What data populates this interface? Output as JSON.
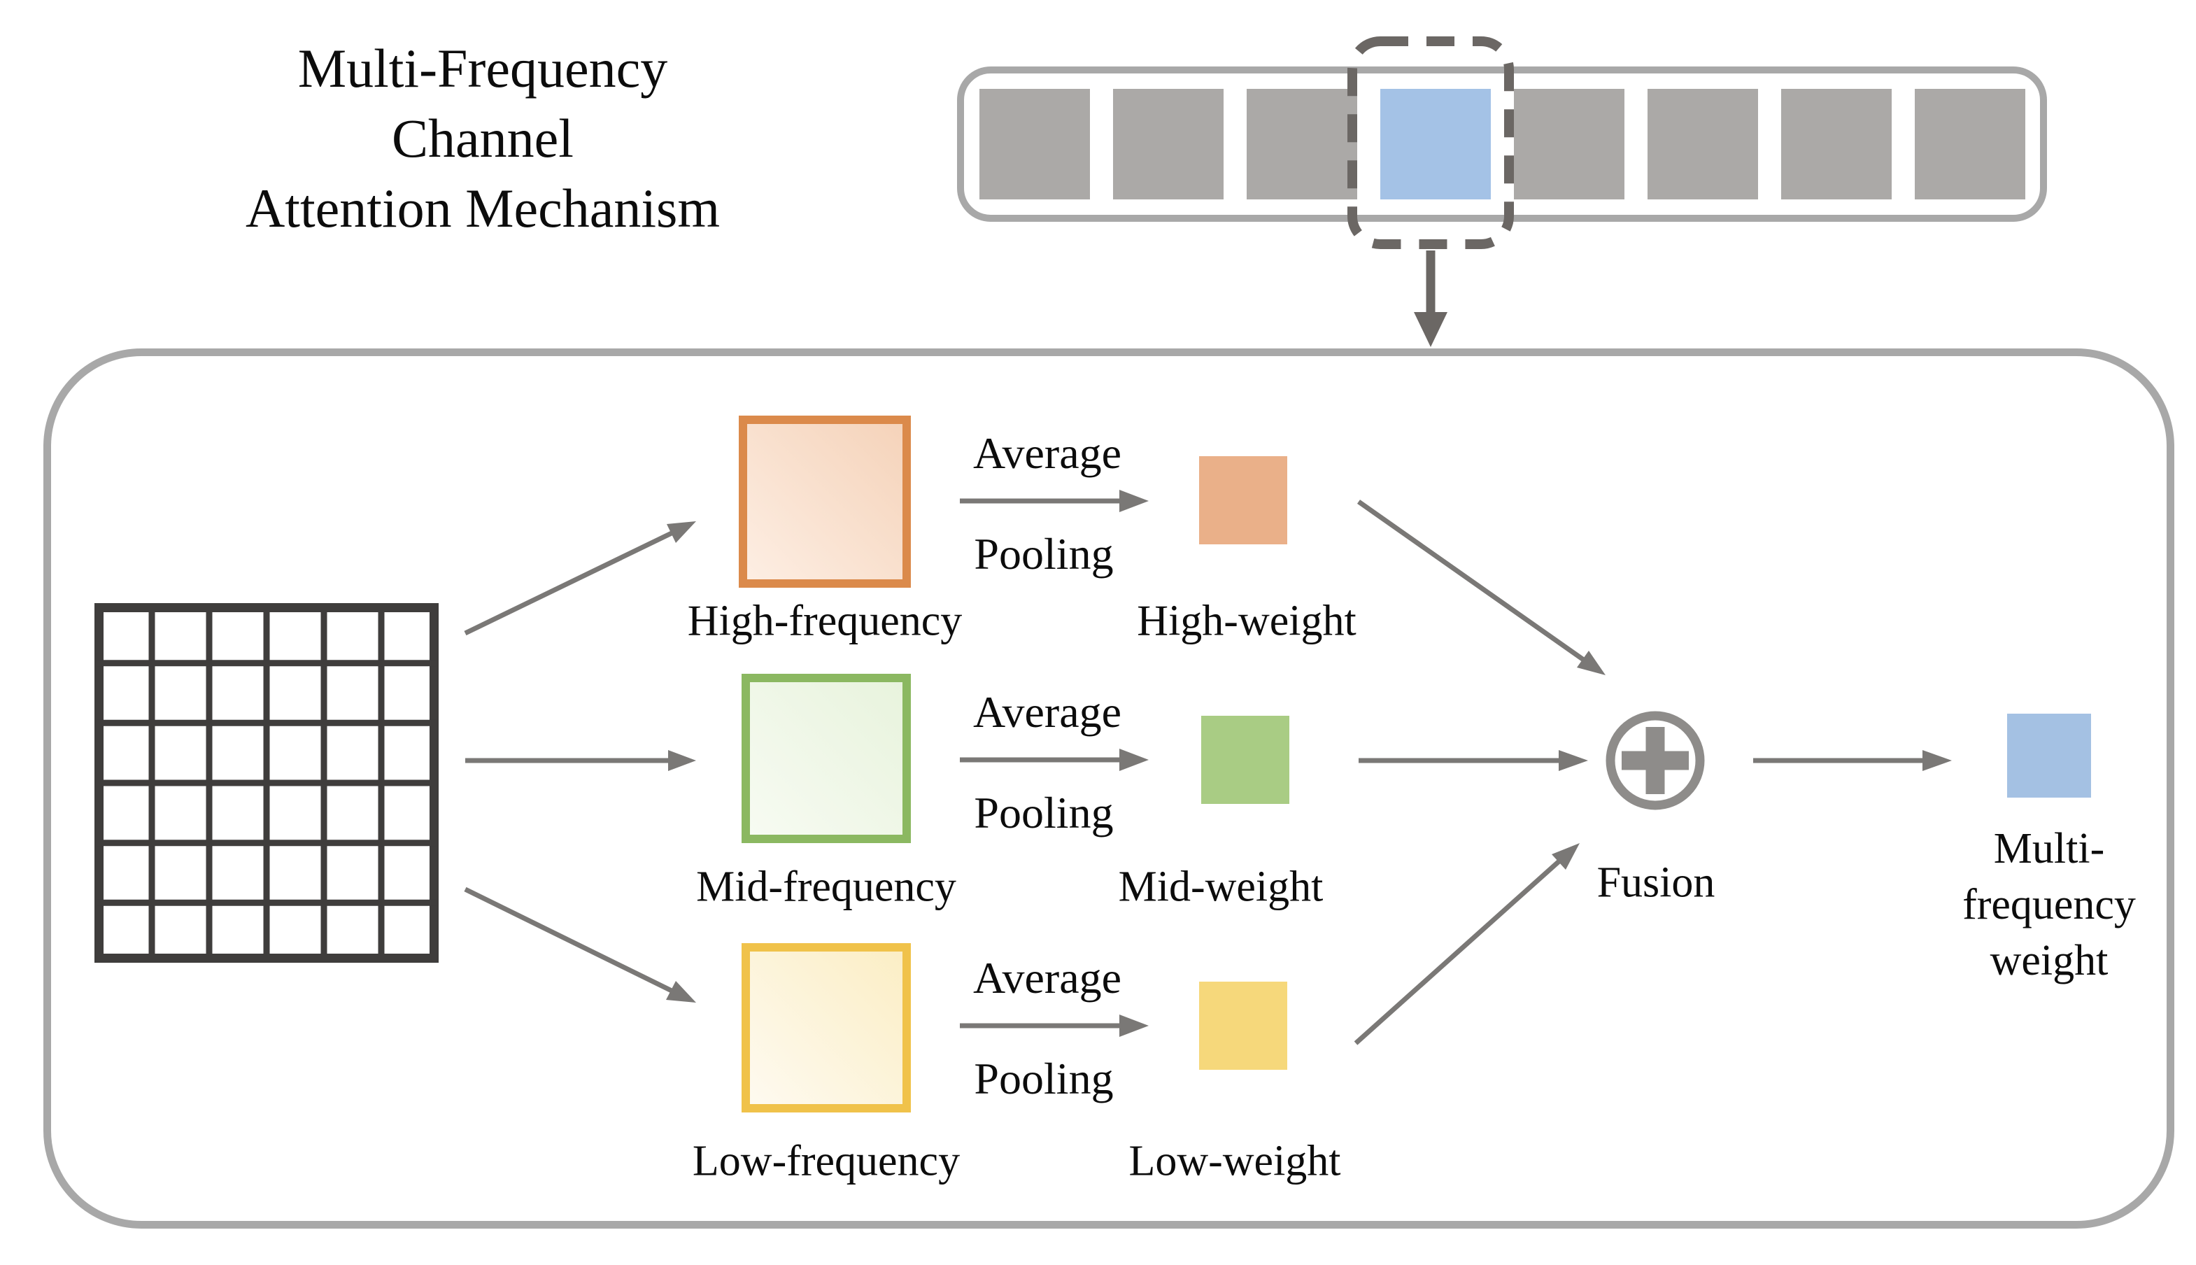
{
  "title": {
    "lines": [
      "Multi-Frequency",
      "Channel",
      "Attention Mechanism"
    ]
  },
  "channel_bar": {
    "blocks": [
      "gray",
      "gray",
      "gray",
      "selected",
      "gray",
      "gray",
      "gray",
      "gray"
    ],
    "selected_index": 3
  },
  "branches": [
    {
      "name": "high",
      "frequency_label": "High-frequency",
      "weight_label": "High-weight",
      "pooling_label_top": "Average",
      "pooling_label_bottom": "Pooling"
    },
    {
      "name": "mid",
      "frequency_label": "Mid-frequency",
      "weight_label": "Mid-weight",
      "pooling_label_top": "Average",
      "pooling_label_bottom": "Pooling"
    },
    {
      "name": "low",
      "frequency_label": "Low-frequency",
      "weight_label": "Low-weight",
      "pooling_label_top": "Average",
      "pooling_label_bottom": "Pooling"
    }
  ],
  "fusion": {
    "label": "Fusion",
    "icon": "plus-circle-icon"
  },
  "output": {
    "lines": [
      "Multi-",
      "frequency",
      "weight"
    ]
  },
  "colors": {
    "frame-gray": "#a8a8a8",
    "dark-gray": "#6b6764",
    "arrow-gray": "#7a7876",
    "fusion-gray": "#8e8c8a",
    "grid-gray": "#3f3d3c",
    "bar-gray": "#aba9a7",
    "bar-blue": "#a4c2e6",
    "blue": "#a4c1e3",
    "orange-border": "#db8a4b",
    "orange-fill-dark": "#f5d3ba",
    "orange-fill-light": "#fdeee3",
    "orange-weight": "#eab089",
    "green-border": "#8bb861",
    "green-fill-dark": "#e8f3dd",
    "green-fill-light": "#f7fbf2",
    "green-weight": "#a9cc84",
    "yellow-border": "#f0c24a",
    "yellow-fill-dark": "#fbeec5",
    "yellow-fill-light": "#fefaf0",
    "yellow-weight": "#f6d87b"
  }
}
